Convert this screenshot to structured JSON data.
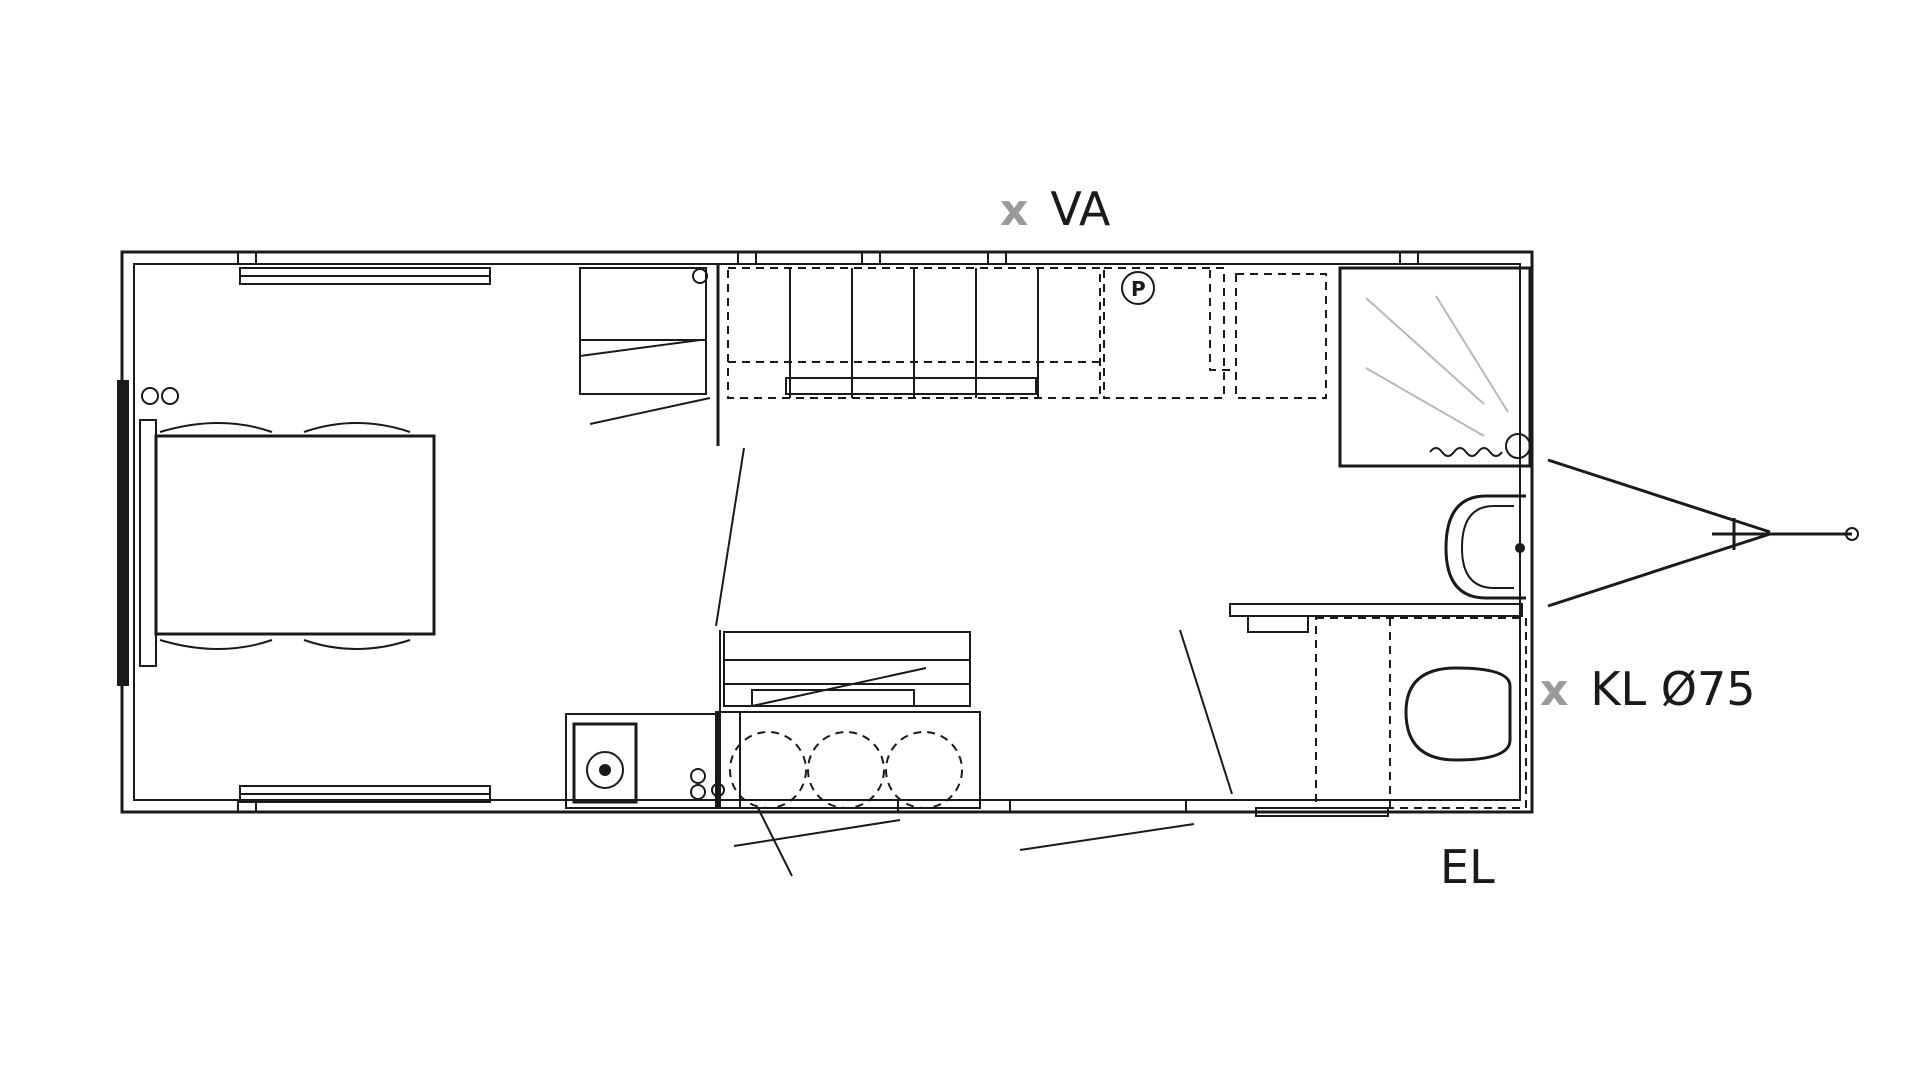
{
  "labels": {
    "water_mark": "x",
    "water": "VA",
    "drain_mark": "x",
    "drain": "KL Ø75",
    "electric": "EL"
  },
  "appliance_marks": {
    "pump": "P"
  },
  "colors": {
    "line": "#1a1a1a",
    "connection_marker": "#9a9a9a",
    "shower_spray": "#b8b8b8",
    "background": "#ffffff"
  }
}
